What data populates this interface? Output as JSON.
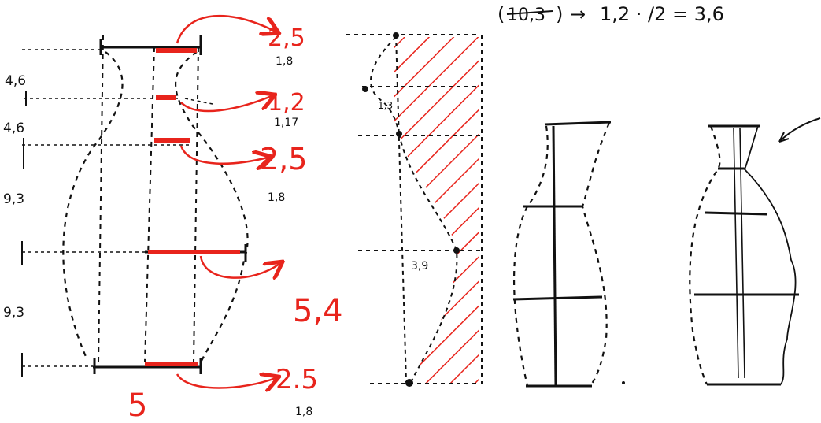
{
  "colors": {
    "ink": "#111111",
    "red": "#e8241c",
    "paper": "#ffffff"
  },
  "top_formula": {
    "struck_value": "10,3",
    "arrow": "→",
    "expr": "1,2 · /2 = 3,6"
  },
  "left_heights": [
    "4,6",
    "4,6",
    "9,3",
    "9,3"
  ],
  "red_labels": [
    {
      "value": "2,5",
      "sub": "1,8"
    },
    {
      "value": "1,2",
      "sub": "1,17"
    },
    {
      "value": "2,5",
      "sub": "1,8"
    },
    {
      "value": "5,4",
      "sub": ""
    },
    {
      "value": "2.5",
      "sub": "1,8"
    }
  ],
  "base_label": "5",
  "profile_labels": [
    "1,3",
    "3,9"
  ]
}
